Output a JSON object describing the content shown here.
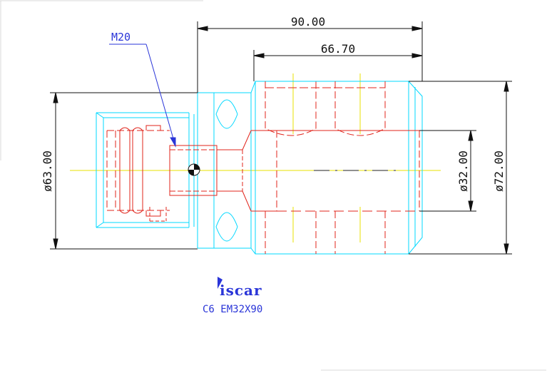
{
  "drawing": {
    "colors": {
      "outline": "#00d8ff",
      "hidden": "#e0241b",
      "centerline": "#e8e000",
      "dimension": "#111111",
      "callout": "#2a35d8"
    },
    "dimensions": {
      "overall_length": "90.00",
      "body_length": "66.70",
      "shank_diameter": "ø63.00",
      "bore_diameter": "ø32.00",
      "body_diameter": "ø72.00"
    },
    "thread_callout": "M20",
    "logo_text": "iscar",
    "caption": "C6 EM32X90"
  }
}
